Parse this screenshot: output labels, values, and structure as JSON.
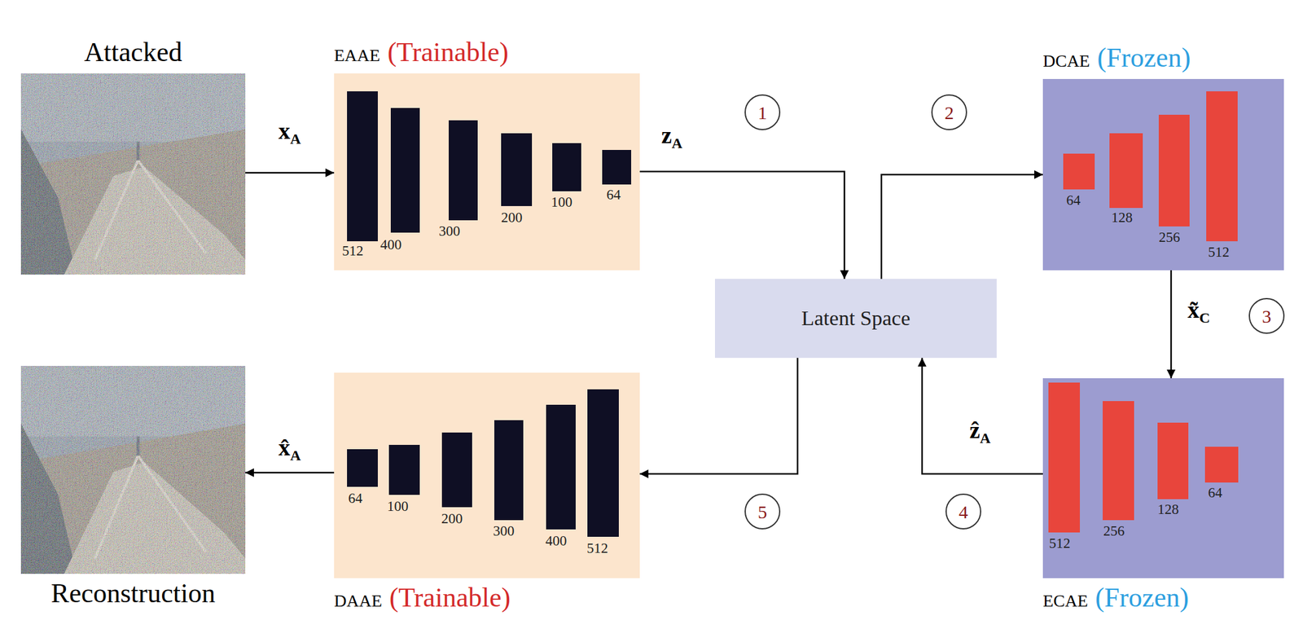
{
  "diagram": {
    "nodes": [
      {
        "text": [
          "Attacked"
        ]
      },
      {
        "text": [
          "EAAE",
          "(Trainable)"
        ]
      },
      {
        "text": [
          "DCAE",
          "(Frozen)"
        ]
      },
      {
        "text": [
          "Latent Space"
        ]
      },
      {
        "text": [
          "Reconstruction"
        ]
      },
      {
        "text": [
          "DAAE",
          "(Trainable)"
        ]
      },
      {
        "text": [
          "ECAE",
          "(Frozen)"
        ]
      }
    ],
    "edges": [
      {
        "from": 0,
        "to": 1,
        "arrow": "to",
        "label": "xA"
      },
      {
        "from": 1,
        "to": 3,
        "arrow": "to",
        "label": "zA"
      },
      {
        "from": 3,
        "to": 2,
        "arrow": "to"
      },
      {
        "from": 2,
        "to": 6,
        "arrow": "to",
        "label": "x̃C"
      },
      {
        "from": 6,
        "to": 3,
        "arrow": "to",
        "label": "ẑA"
      },
      {
        "from": 3,
        "to": 5,
        "arrow": "to"
      },
      {
        "from": 5,
        "to": 4,
        "arrow": "to",
        "label": "x̂A"
      }
    ],
    "labels": [
      "1",
      "2",
      "3",
      "4",
      "5",
      "512",
      "400",
      "300",
      "200",
      "100",
      "64",
      "64",
      "128",
      "256",
      "512",
      "512",
      "256",
      "128",
      "64",
      "64",
      "100",
      "200",
      "300",
      "400",
      "512"
    ]
  }
}
